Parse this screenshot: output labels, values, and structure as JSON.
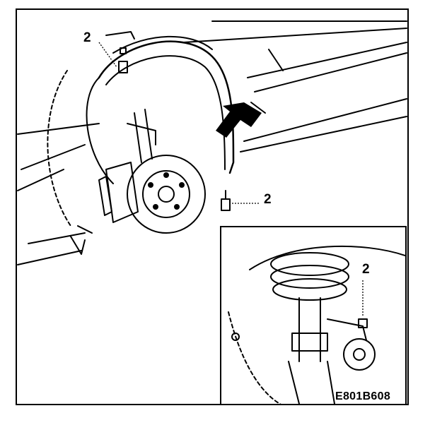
{
  "callouts": {
    "top_left": "2",
    "right_lower": "2",
    "inset": "2"
  },
  "figure_code": "E801B608"
}
